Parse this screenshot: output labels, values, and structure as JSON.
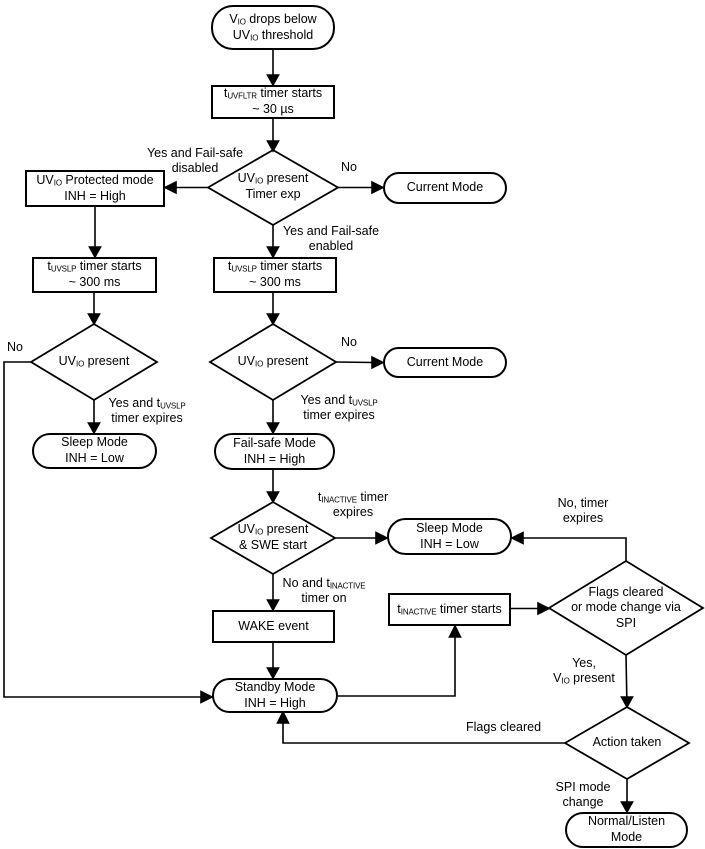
{
  "colors": {
    "stroke": "#000000",
    "fill": "#ffffff",
    "text": "#000000"
  },
  "nodes": {
    "start": "V<sub>IO</sub> drops below<br>UV<sub>IO</sub> threshold",
    "uvfltr_timer": "t<sub>UVFLTR</sub> timer starts<br>~ 30 µs",
    "uvio_present_timer_exp": "UV<sub>IO</sub> present<br>Timer exp",
    "uvio_protected": "UV<sub>IO</sub> Protected mode<br>INH = High",
    "current_mode_1": "Current  Mode",
    "uvslp_timer_left": "t<sub>UVSLP</sub> timer starts<br>~ 300 ms",
    "uvslp_timer_center": "t<sub>UVSLP</sub> timer starts<br>~ 300 ms",
    "uvio_present_left": "UV<sub>IO</sub> present",
    "uvio_present_center": "UV<sub>IO</sub> present",
    "current_mode_2": "Current  Mode",
    "sleep_mode_left": "Sleep Mode<br>INH = Low",
    "failsafe_mode": "Fail-safe Mode<br>INH = High",
    "uvio_present_swe": "UV<sub>IO</sub> present<br>&amp; SWE start",
    "sleep_mode_right": "Sleep Mode<br>INH = Low",
    "tinactive_timer_starts": "t<sub>INACTIVE</sub> timer starts",
    "flags_cleared_decision": "Flags cleared<br>or mode change via<br>SPI",
    "wake_event": "WAKE event",
    "standby_mode": "Standby Mode<br>INH = High",
    "action_taken": "Action taken",
    "normal_listen_mode": "Normal/Listen<br>Mode"
  },
  "edge_labels": {
    "yes_failsafe_disabled": "Yes and Fail-safe<br>disabled",
    "no_top": "No",
    "yes_failsafe_enabled": "Yes and Fail-safe<br>enabled",
    "no_left": "No",
    "yes_tuvslp_left": "Yes and t<sub>UVSLP</sub><br>timer expires",
    "no_center": "No",
    "yes_tuvslp_center": "Yes and t<sub>UVSLP</sub><br>timer expires",
    "tinactive_expires": "t<sub>INACTIVE</sub> timer<br>expires",
    "no_tinactive_on": "No and t<sub>INACTIVE</sub><br>timer on",
    "no_timer_expires": "No, timer<br>expires",
    "yes_vio_present": "Yes,<br>V<sub>IO</sub> present",
    "flags_cleared": "Flags cleared",
    "spi_mode_change": "SPI mode<br>change"
  }
}
